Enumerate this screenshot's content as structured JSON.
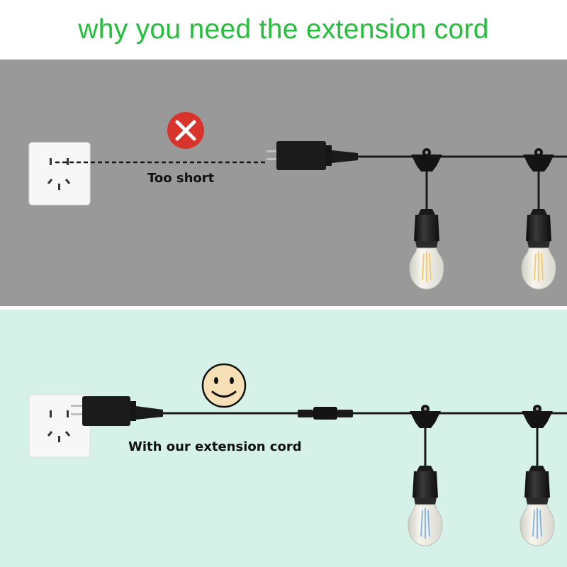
{
  "title": "why you need the extension cord",
  "colors": {
    "title": "#22c03a",
    "top_background": "#999999",
    "bottom_background": "#d6f2e8",
    "cable": "#1a1a1a",
    "x_badge": "#d9342b",
    "smiley": "#f7dfb6",
    "warm_filament": "#f3c96a",
    "cool_filament": "#7fb2e0"
  },
  "top_scene": {
    "status_icon": "x-mark-icon",
    "caption": "Too short",
    "bulb_filament": "warm"
  },
  "bottom_scene": {
    "status_icon": "smiley-face-icon",
    "caption": "With our extension cord",
    "bulb_filament": "cool"
  }
}
